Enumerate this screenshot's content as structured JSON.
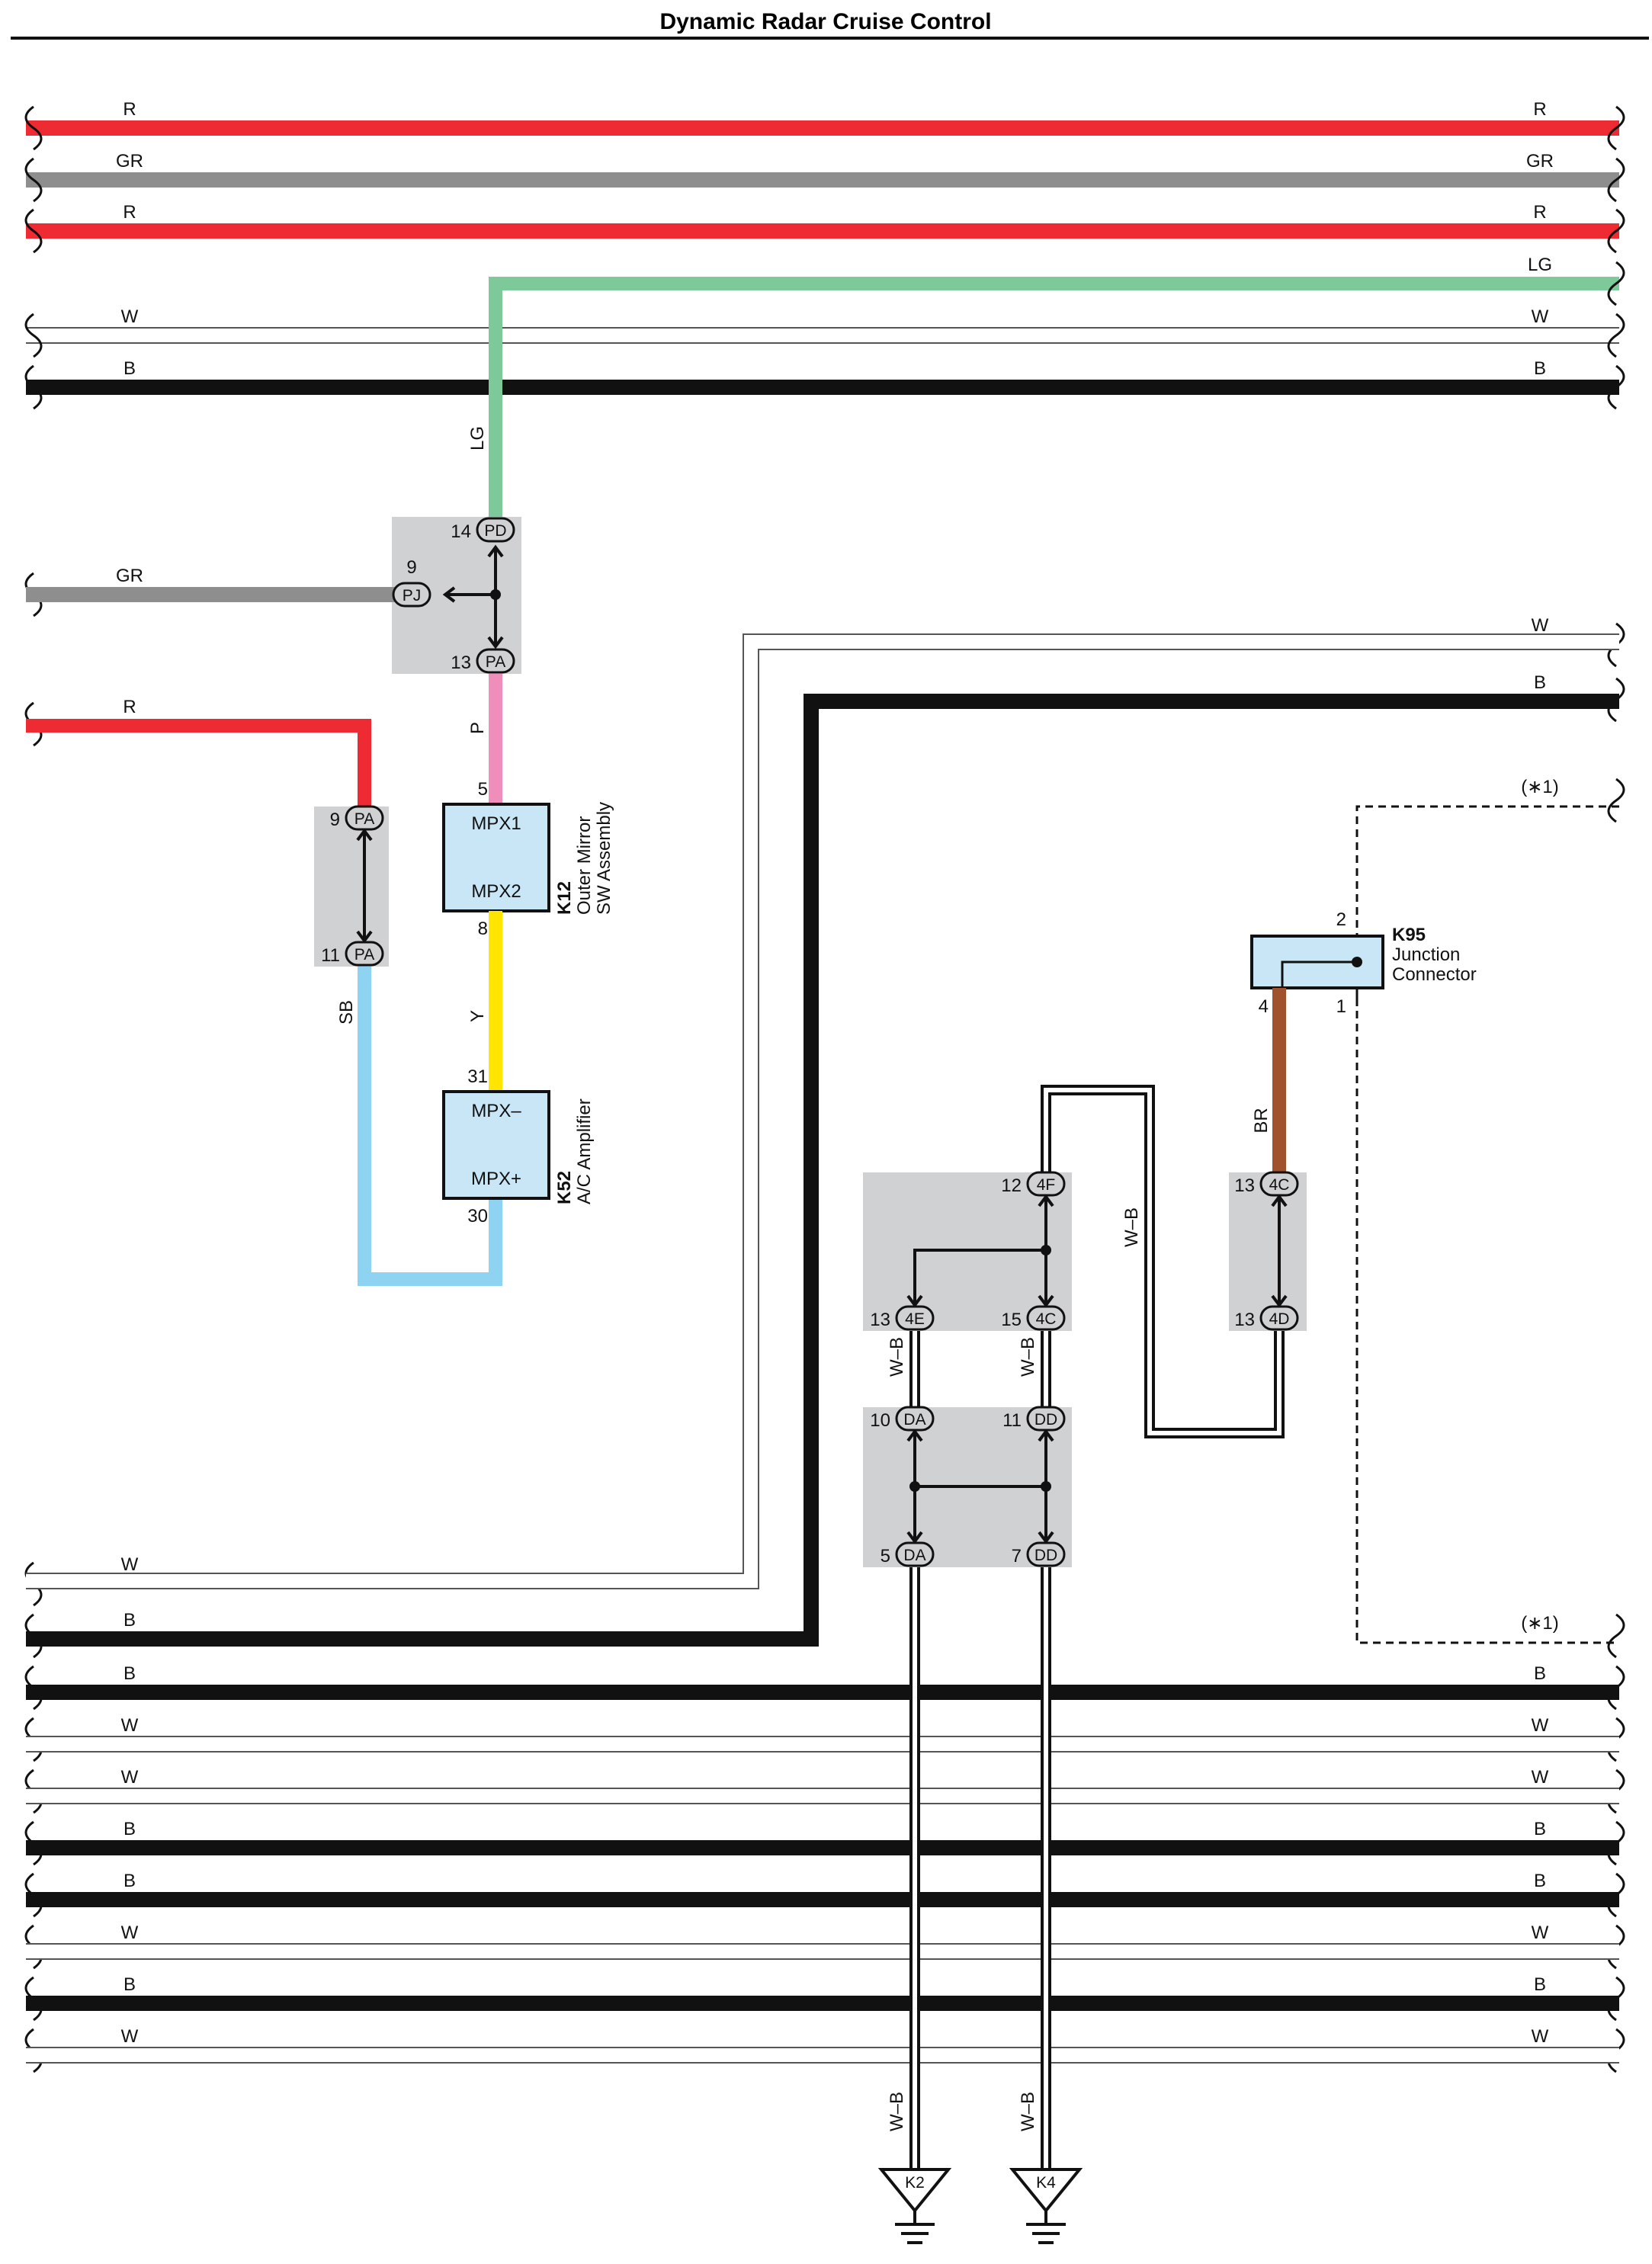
{
  "title": "Dynamic Radar Cruise Control",
  "colors": {
    "R": "#ee2a32",
    "GR": "#8e8e8e",
    "LG": "#7ec99a",
    "P": "#ef8dbb",
    "Y": "#ffe500",
    "SB": "#8fd3f2",
    "BR": "#a0522d",
    "B": "#111111",
    "W": "#ffffff",
    "W_outline": "#555555",
    "junction_fill": "#d0d1d3",
    "component_fill": "#c8e6f5"
  },
  "wires_top": [
    {
      "left": "R",
      "right": "R"
    },
    {
      "left": "GR",
      "right": "GR"
    },
    {
      "left": "R",
      "right": "R"
    },
    {
      "left": "",
      "right": "LG"
    },
    {
      "left": "W",
      "right": "W"
    },
    {
      "left": "B",
      "right": "B"
    }
  ],
  "wires_bottom": [
    {
      "left": "W",
      "right": ""
    },
    {
      "left": "B",
      "right": ""
    },
    {
      "left": "B",
      "right": "B"
    },
    {
      "left": "W",
      "right": "W"
    },
    {
      "left": "W",
      "right": "W"
    },
    {
      "left": "B",
      "right": "B"
    },
    {
      "left": "B",
      "right": "B"
    },
    {
      "left": "W",
      "right": "W"
    },
    {
      "left": "B",
      "right": "B"
    },
    {
      "left": "W",
      "right": "W"
    }
  ],
  "mid_wires": {
    "gr_left": "GR",
    "r_left": "R",
    "w_right": "W",
    "b_right": "B",
    "lg_vertical": "LG",
    "p_vertical": "P",
    "y_vertical": "Y",
    "sb_vertical": "SB",
    "br_vertical": "BR",
    "wb_loop": "W–B",
    "wb_left": "W–B",
    "wb_mid": "W–B",
    "wb_ground1": "W–B",
    "wb_ground2": "W–B",
    "note_top": "(∗1)",
    "note_bottom": "(∗1)"
  },
  "junctions": {
    "jb1": {
      "top_pin": "14",
      "top_conn": "PD",
      "side_pin": "9",
      "side_conn": "PJ",
      "bottom_pin": "13",
      "bottom_conn": "PA"
    },
    "jb2": {
      "top_pin": "9",
      "top_conn": "PA",
      "bottom_pin": "11",
      "bottom_conn": "PA"
    },
    "jb3": {
      "top_pin": "12",
      "top_conn": "4F",
      "left_pin": "13",
      "left_conn": "4E",
      "right_pin": "15",
      "right_conn": "4C"
    },
    "jb4": {
      "top_pin": "13",
      "top_conn": "4C",
      "bottom_pin": "13",
      "bottom_conn": "4D"
    },
    "jb5": {
      "tl_pin": "10",
      "tl_conn": "DA",
      "tr_pin": "11",
      "tr_conn": "DD",
      "bl_pin": "5",
      "bl_conn": "DA",
      "br_pin": "7",
      "br_conn": "DD"
    }
  },
  "components": {
    "k12": {
      "code": "K12",
      "name_line1": "Outer Mirror",
      "name_line2": "SW Assembly",
      "pin_top": "5",
      "pin_bottom": "8",
      "label_top": "MPX1",
      "label_bottom": "MPX2"
    },
    "k52": {
      "code": "K52",
      "name_line1": "A/C Amplifier",
      "pin_top": "31",
      "pin_bottom": "30",
      "label_top": "MPX–",
      "label_bottom": "MPX+"
    },
    "k95": {
      "code": "K95",
      "name_line1": "Junction",
      "name_line2": "Connector",
      "pin_2": "2",
      "pin_4": "4",
      "pin_1": "1"
    }
  },
  "grounds": [
    {
      "label": "K2"
    },
    {
      "label": "K4"
    }
  ]
}
